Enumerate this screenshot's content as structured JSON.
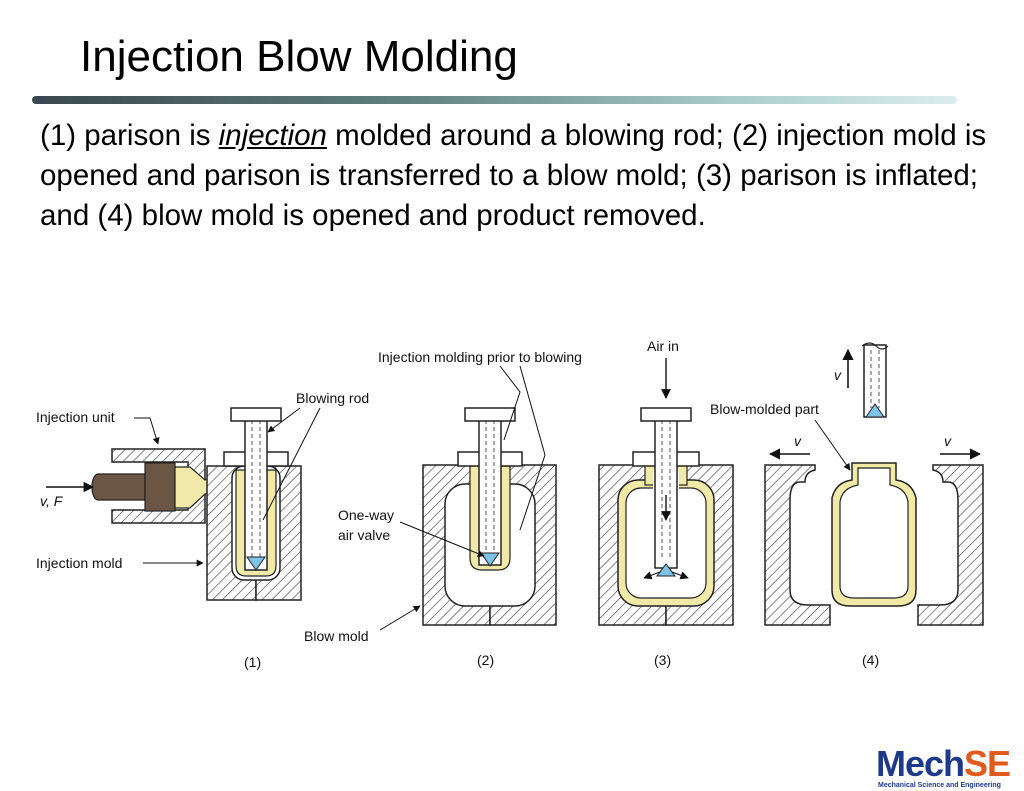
{
  "slide": {
    "title": "Injection Blow Molding",
    "description": {
      "part1": "(1) parison is ",
      "emphasis": "injection",
      "part2": " molded around a blowing rod; (2) injection mold is opened and parison is transferred to a blow mold; (3) parison is inflated; and (4) blow mold is opened and product removed."
    }
  },
  "diagram": {
    "labels": {
      "injection_unit": "Injection unit",
      "vf": "v, F",
      "injection_mold": "Injection mold",
      "blowing_rod": "Blowing rod",
      "prior": "Injection molding prior to blowing",
      "one_way_line1": "One-way",
      "one_way_line2": "air valve",
      "blow_mold": "Blow mold",
      "air_in": "Air in",
      "blow_molded_part": "Blow-molded part",
      "v_up": "v",
      "v_left": "v",
      "v_right": "v"
    },
    "steps": [
      "(1)",
      "(2)",
      "(3)",
      "(4)"
    ],
    "colors": {
      "parison": "#f0e9a8",
      "valve": "#7fc3e8",
      "nozzle": "#6b5645",
      "hatch": "#444444"
    }
  },
  "logo": {
    "part_a": "Mech",
    "part_b": "SE",
    "subtitle": "Mechanical Science and Engineering"
  }
}
